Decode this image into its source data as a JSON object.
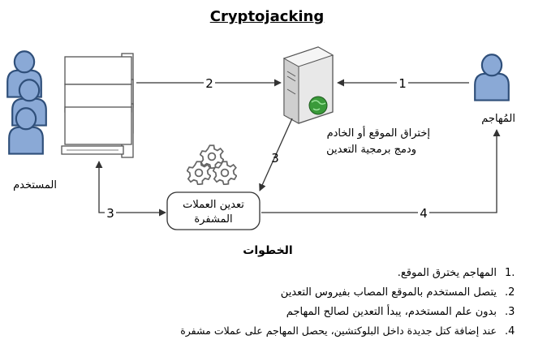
{
  "title": "Cryptojacking",
  "nodes": {
    "user_label": "المستخدم",
    "attacker_label": "المُهاجم",
    "server_caption_line1": "إختراق الموقع أو الخادم",
    "server_caption_line2": "ودمج برمجية التعدين",
    "mining_line1": "تعدين العملات",
    "mining_line2": "المشفرة"
  },
  "arrows": {
    "a1": "1",
    "a2": "2",
    "a3_server": "3",
    "a3_user": "3",
    "a4": "4"
  },
  "steps": {
    "heading": "الخطوات",
    "items": [
      {
        "num": "1.",
        "text": "المهاجم يخترق الموقع."
      },
      {
        "num": ".2",
        "text": "يتصل المستخدم بالموقع المصاب بفيروس التعدين"
      },
      {
        "num": ".3",
        "text": "بدون علم المستخدم، يبدأ التعدين لصالح المهاجم"
      },
      {
        "num": ".4",
        "text": "عند إضافة كتل جديدة داخل البلوكتشين، يحصل المهاجم على عملات مشفرة"
      }
    ]
  },
  "colors": {
    "person_fill": "#8aa9d6",
    "person_stroke": "#2f4f7a",
    "line": "#333333",
    "globe": "#3a9a3a"
  }
}
